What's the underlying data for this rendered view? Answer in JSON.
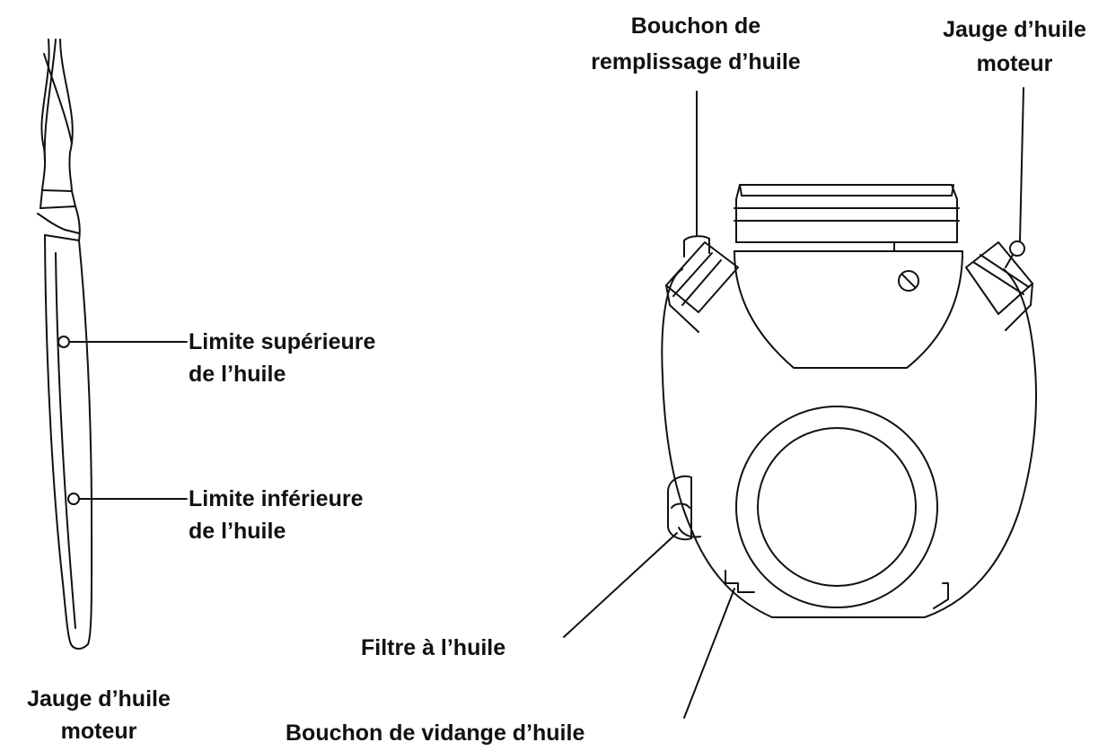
{
  "labels": {
    "dipstick_upper_line1": "Limite supérieure",
    "dipstick_upper_line2": "de l’huile",
    "dipstick_lower_line1": "Limite inférieure",
    "dipstick_lower_line2": "de l’huile",
    "dipstick_caption_line1": "Jauge d’huile",
    "dipstick_caption_line2": "moteur",
    "fill_cap_line1": "Bouchon de",
    "fill_cap_line2": "remplissage d’huile",
    "engine_dipstick_line1": "Jauge d’huile",
    "engine_dipstick_line2": "moteur",
    "oil_filter": "Filtre à l’huile",
    "drain_plug": "Bouchon de vidange d’huile"
  },
  "colors": {
    "line": "#111111",
    "background": "#ffffff"
  }
}
